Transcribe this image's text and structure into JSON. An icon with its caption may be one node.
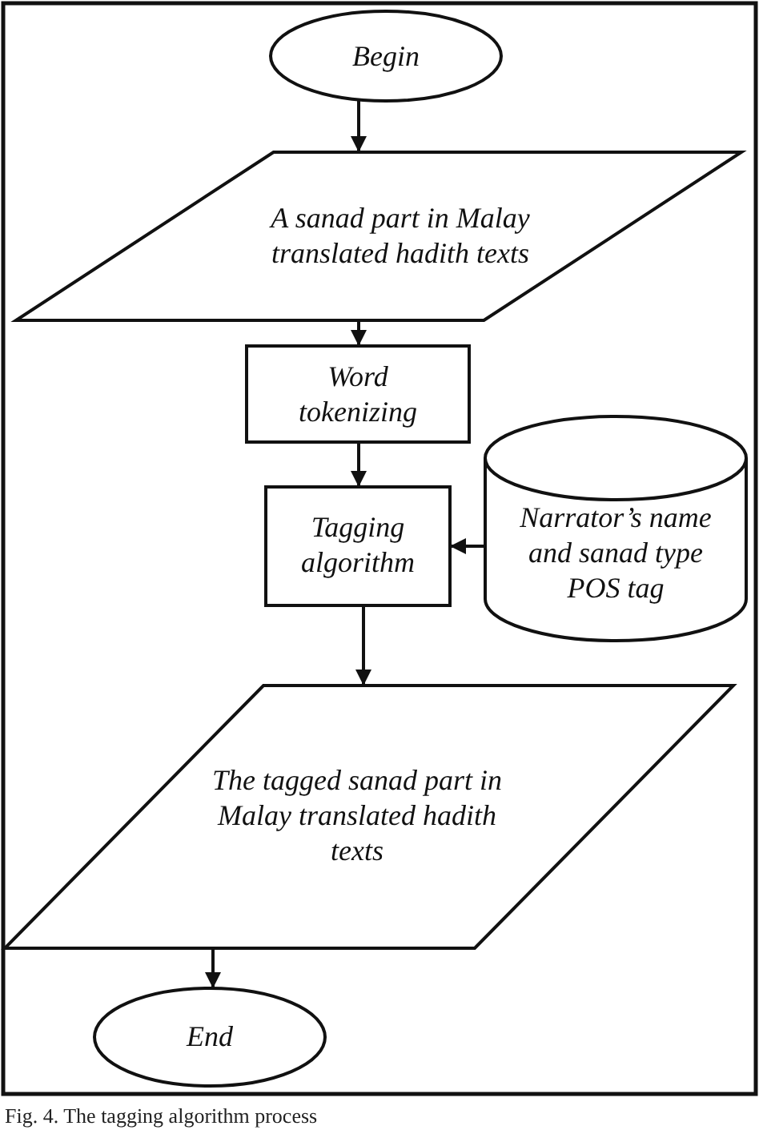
{
  "diagram": {
    "caption": "Fig. 4. The tagging algorithm process",
    "nodes": [
      {
        "text": [
          "Begin"
        ]
      },
      {
        "text": [
          "A sanad part in Malay translated hadith texts"
        ]
      },
      {
        "text": [
          "Word tokenizing"
        ]
      },
      {
        "text": [
          "Tagging algorithm"
        ]
      },
      {
        "text": [
          "Narrator’s name and sanad type POS tag"
        ]
      },
      {
        "text": [
          "The tagged sanad part in Malay translated hadith texts"
        ]
      },
      {
        "text": [
          "End"
        ]
      }
    ],
    "edges": [
      {
        "from": 0,
        "to": 1,
        "arrow": "to"
      },
      {
        "from": 1,
        "to": 2,
        "arrow": "to"
      },
      {
        "from": 2,
        "to": 3,
        "arrow": "to"
      },
      {
        "from": 4,
        "to": 3,
        "arrow": "to"
      },
      {
        "from": 3,
        "to": 5,
        "arrow": "to"
      },
      {
        "from": 5,
        "to": 6,
        "arrow": "to"
      }
    ]
  }
}
